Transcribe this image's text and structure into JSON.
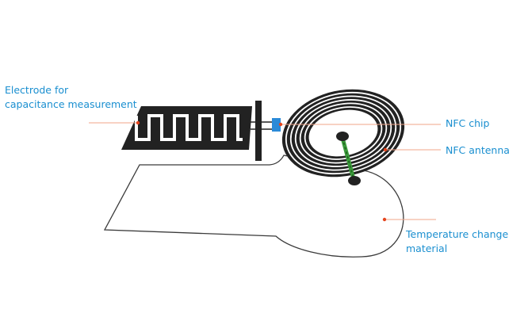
{
  "labels": {
    "electrode_line1": "Electrode for",
    "electrode_line2": "capacitance measurement",
    "nfc_chip": "NFC chip",
    "nfc_antenna": "NFC antenna",
    "temp_line1": "Temperature change",
    "temp_line2": "material"
  },
  "colors": {
    "label_text": "#1a8fd0",
    "leader_line": "#f0a58a",
    "leader_dot": "#e5451e",
    "ink": "#222222",
    "chip": "#2b8ad8",
    "bridge": "#3a9a3a"
  }
}
